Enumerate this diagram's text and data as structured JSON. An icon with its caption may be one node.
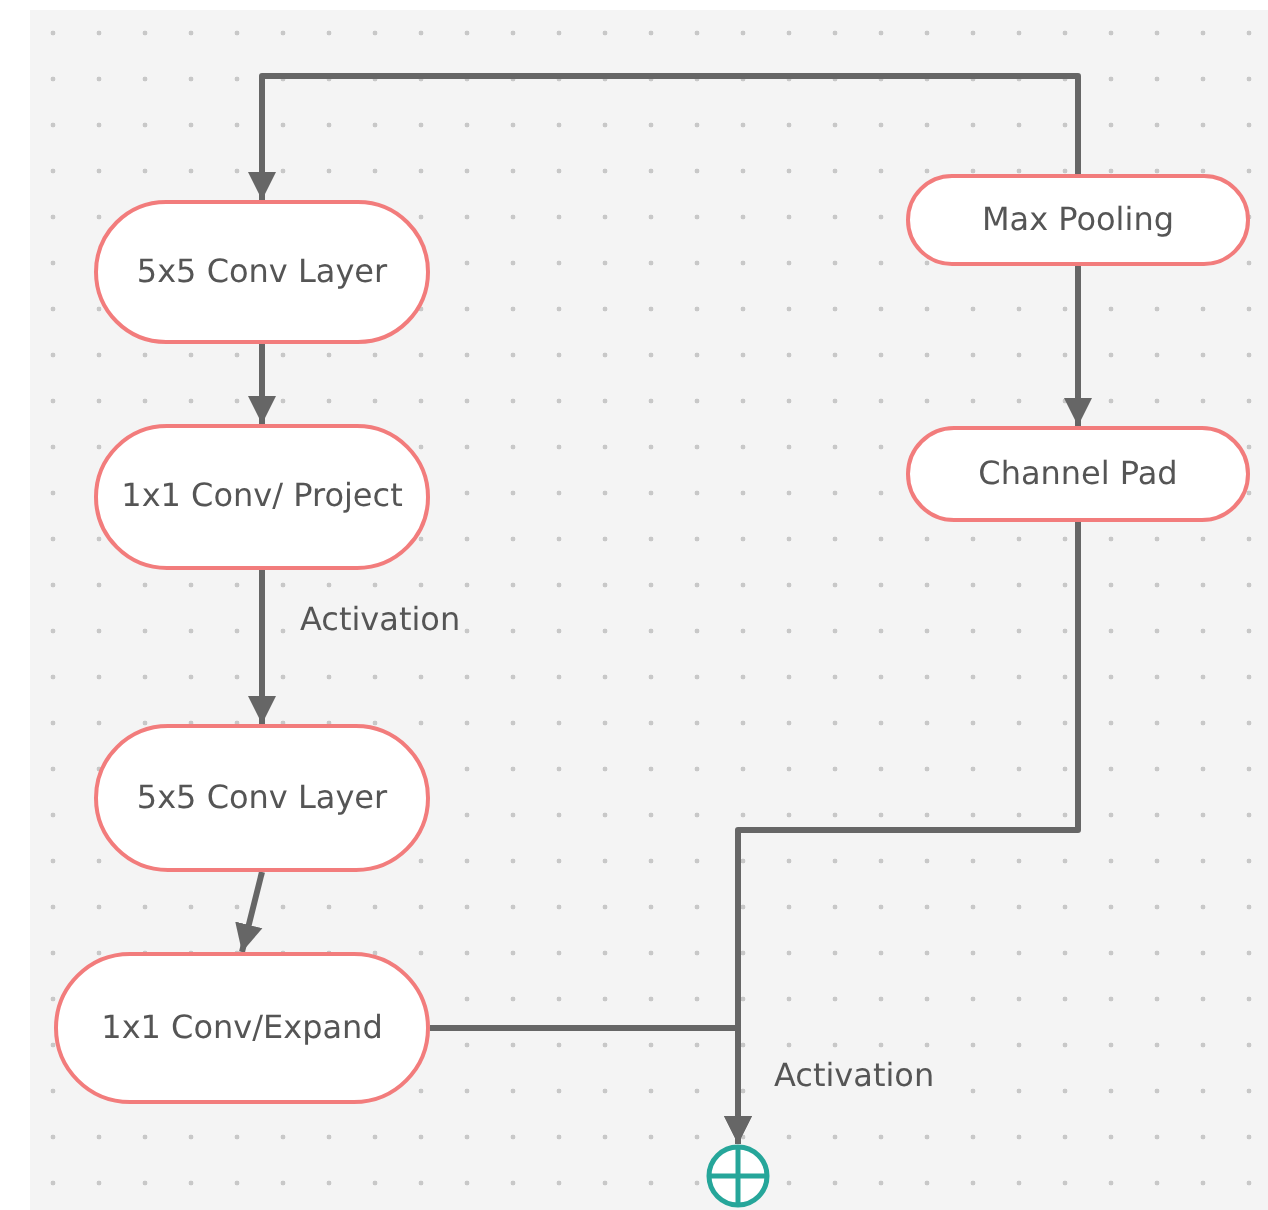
{
  "diagram": {
    "nodes": [
      {
        "text": [
          "5x5 Conv Layer"
        ]
      },
      {
        "text": [
          "1x1 Conv/ Project"
        ]
      },
      {
        "text": [
          "5x5 Conv Layer"
        ]
      },
      {
        "text": [
          "1x1 Conv/Expand"
        ]
      },
      {
        "text": [
          "Max Pooling"
        ]
      },
      {
        "text": [
          "Channel Pad"
        ]
      },
      {
        "text": [],
        "shape": "circle"
      }
    ],
    "edges": [
      {
        "from": 4,
        "to": 0,
        "arrow": "to"
      },
      {
        "from": 4,
        "to": 5,
        "arrow": "to"
      },
      {
        "from": 0,
        "to": 1,
        "arrow": "to"
      },
      {
        "from": 1,
        "to": 2,
        "arrow": "to",
        "label": "Activation"
      },
      {
        "from": 2,
        "to": 3,
        "arrow": "to"
      },
      {
        "from": 5,
        "to": 6,
        "arrow": "to",
        "label": "Activation"
      },
      {
        "from": 3,
        "to": 6,
        "arrow": "to"
      }
    ]
  }
}
